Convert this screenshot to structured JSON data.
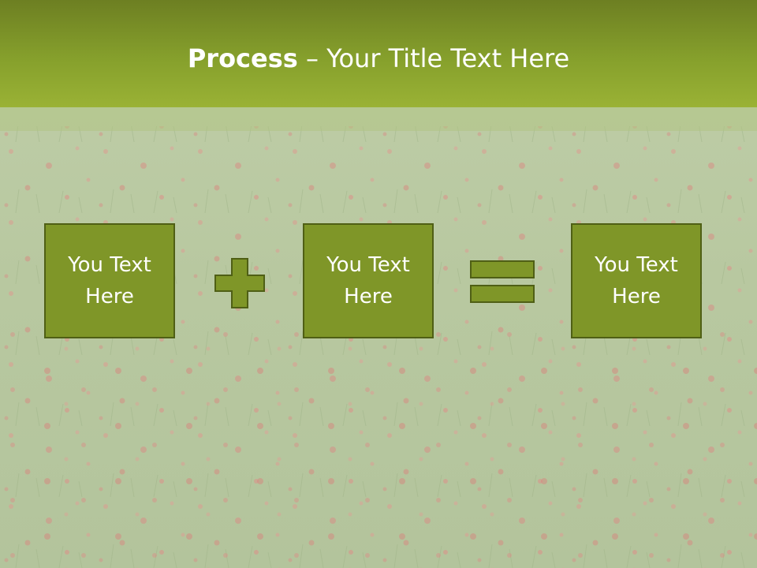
{
  "title": {
    "bold": "Process",
    "rest": " – Your Title Text Here"
  },
  "boxes": [
    {
      "text": "You Text Here"
    },
    {
      "text": "You Text Here"
    },
    {
      "text": "You Text Here"
    }
  ],
  "operators": [
    "plus-icon",
    "equals-icon"
  ],
  "colors": {
    "header": "#86a02c",
    "box_fill": "#7f9628",
    "box_border": "#4f5f15",
    "text": "#ffffff",
    "background": "#b9c9a2",
    "flower_accent": "#e08080"
  }
}
